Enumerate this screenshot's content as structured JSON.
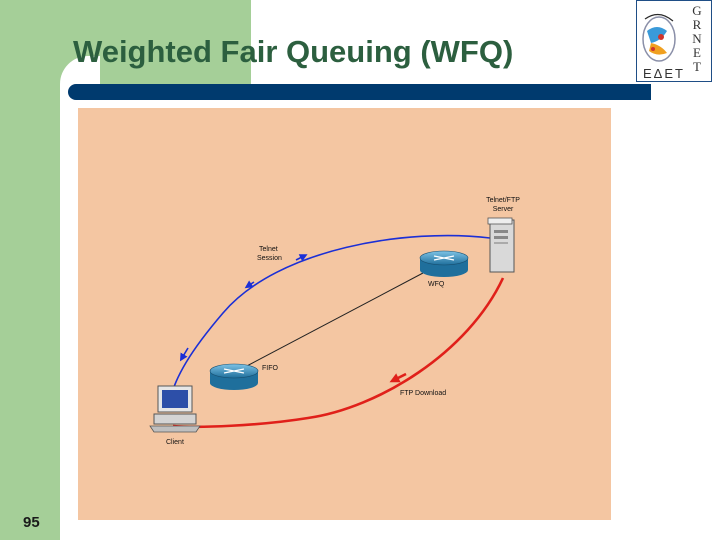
{
  "slide": {
    "title": "Weighted Fair Queuing (WFQ)",
    "number": "95"
  },
  "logo": {
    "letters": [
      "G",
      "R",
      "N",
      "E",
      "T"
    ],
    "bottom_text": "ΕΔΕΤ"
  },
  "diagram": {
    "server_label_line1": "Telnet/FTP",
    "server_label_line2": "Server",
    "telnet_label_line1": "Telnet",
    "telnet_label_line2": "Session",
    "wfq_label": "WFQ",
    "fifo_label": "FIFO",
    "ftp_label": "FTP Download",
    "client_label": "Client",
    "colors": {
      "background": "#f4c6a2",
      "telnet_path": "#1b2fd6",
      "ftp_path": "#e0201a",
      "link": "#222222",
      "router": "#2f8bb8"
    }
  }
}
